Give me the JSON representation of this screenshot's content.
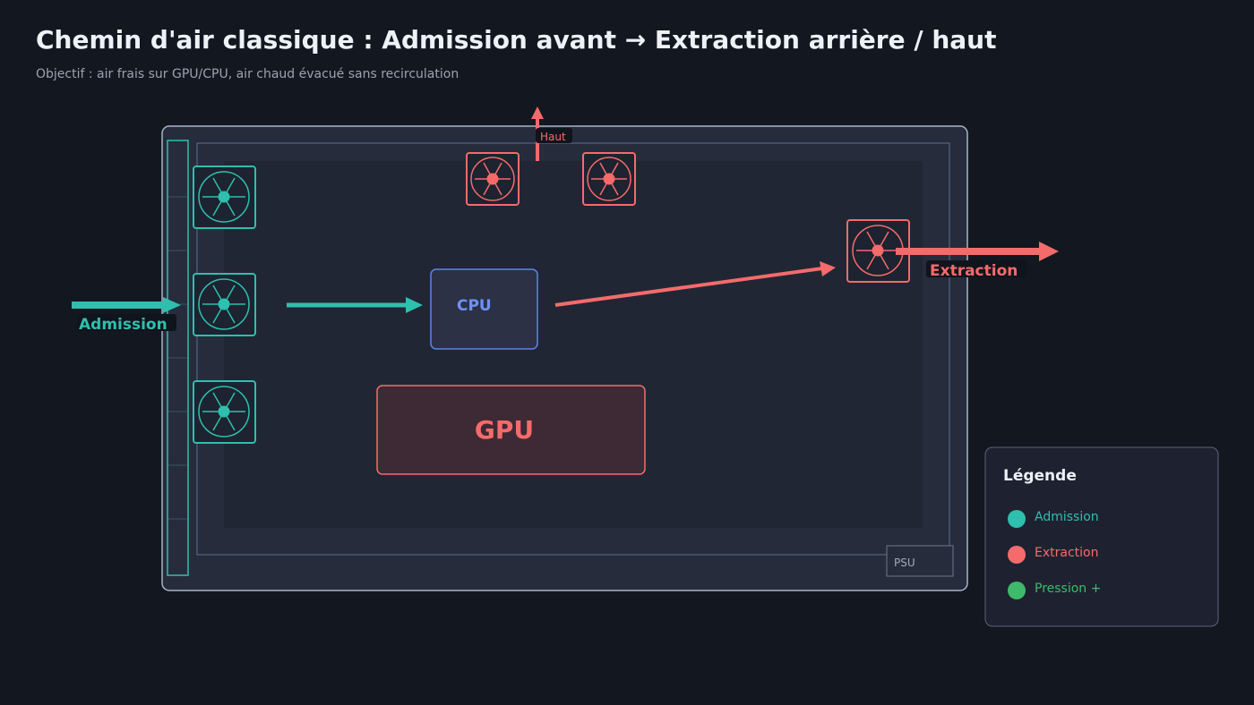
{
  "header": {
    "title": "Chemin d'air classique : Admission avant → Extraction arrière / haut",
    "subtitle": "Objectif : air frais sur GPU/CPU, air chaud évacué sans recirculation"
  },
  "case": {
    "components": {
      "cpu": "CPU",
      "gpu": "GPU",
      "psu": "PSU"
    },
    "flows": {
      "intake": "Admission",
      "exhaust": "Extraction",
      "top": "Haut"
    }
  },
  "legend": {
    "title": "Légende",
    "items": [
      {
        "label": "Admission",
        "color": "#2ebfae"
      },
      {
        "label": "Extraction",
        "color": "#f56b6b"
      },
      {
        "label": "Pression +",
        "color": "#3fb96b"
      }
    ]
  },
  "colors": {
    "intake": "#2ebfae",
    "exhaust": "#f56b6b",
    "cpu": "#5b84f0",
    "positive_pressure": "#3fb96b",
    "background": "#131720"
  }
}
